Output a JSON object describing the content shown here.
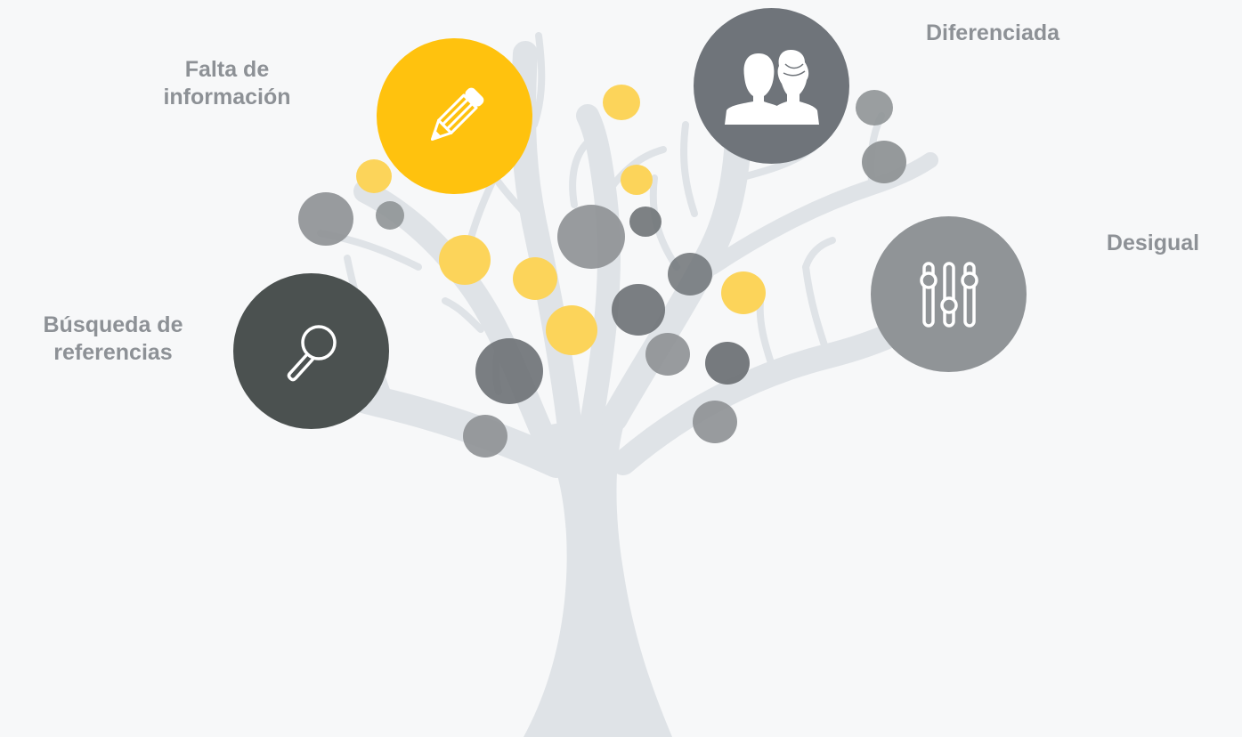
{
  "colors": {
    "background": "#f7f8f9",
    "tree": "#dfe3e7",
    "label_text": "#8d9196",
    "yellow": "#ffc20e",
    "yellow_soft": "#fcd45a",
    "gray_dark": "#4b5150",
    "gray_mid": "#6f747a",
    "gray_light": "#909497",
    "dot_gray": "#8f9396",
    "dot_gray_dark": "#6f7377"
  },
  "nodes": [
    {
      "id": "falta",
      "icon": "pencil-icon",
      "color": "#ffc20e",
      "label_lines": [
        "Falta de",
        "información"
      ]
    },
    {
      "id": "diferenciada",
      "icon": "people-icon",
      "color": "#6f747a",
      "label_lines": [
        "Diferenciada"
      ]
    },
    {
      "id": "desigual",
      "icon": "sliders-icon",
      "color": "#909497",
      "label_lines": [
        "Desigual"
      ]
    },
    {
      "id": "busqueda",
      "icon": "magnifier-icon",
      "color": "#4b5150",
      "label_lines": [
        "Búsqueda de",
        "referencias"
      ]
    }
  ]
}
